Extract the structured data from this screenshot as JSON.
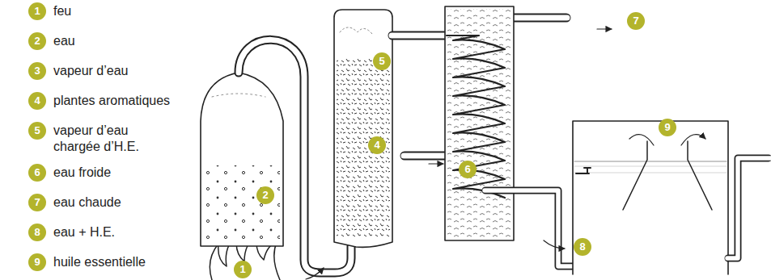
{
  "diagram": {
    "labels": [
      "1",
      "feu",
      "2",
      "eau",
      "3",
      "vapeur d’eau",
      "4",
      "plantes aromatiques",
      "5",
      "vapeur d’eau chargée d’H.E.",
      "6",
      "eau froide",
      "7",
      "eau chaude",
      "8",
      "eau + H.E.",
      "9",
      "huile essentielle",
      "5",
      "7",
      "4",
      "2",
      "6",
      "9",
      "8",
      "1"
    ]
  }
}
